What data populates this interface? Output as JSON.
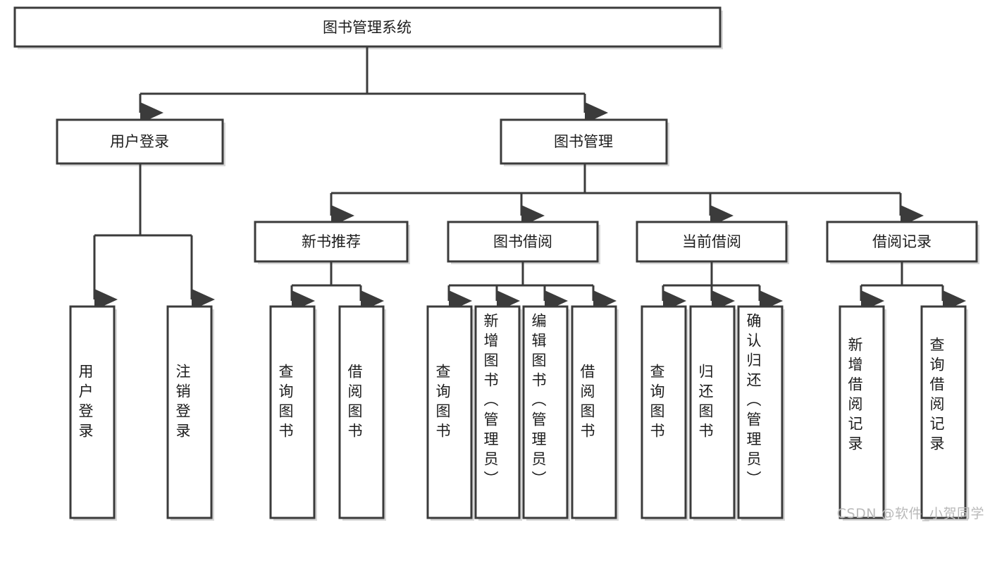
{
  "diagram": {
    "type": "tree",
    "title": "图书管理系统",
    "colors": {
      "stroke": "#3b3b3b",
      "box_fill": "#ffffff",
      "text": "#1d1d1d",
      "background": "#ffffff",
      "watermark": "#b9b9b9"
    },
    "root": {
      "label": "图书管理系统",
      "level": 1
    },
    "level2": [
      {
        "label": "用户登录"
      },
      {
        "label": "图书管理"
      }
    ],
    "level3": [
      {
        "label": "新书推荐",
        "parent": "图书管理"
      },
      {
        "label": "图书借阅",
        "parent": "图书管理"
      },
      {
        "label": "当前借阅",
        "parent": "图书管理"
      },
      {
        "label": "借阅记录",
        "parent": "图书管理"
      }
    ],
    "leaves": {
      "user_login": [
        {
          "label": "用户登录"
        },
        {
          "label": "注销登录"
        }
      ],
      "new_book_recommend": [
        {
          "label": "查询图书"
        },
        {
          "label": "借阅图书"
        }
      ],
      "book_borrow": [
        {
          "label": "查询图书"
        },
        {
          "label": "新增图书（管理员）"
        },
        {
          "label": "编辑图书（管理员）"
        },
        {
          "label": "借阅图书"
        }
      ],
      "current_borrow": [
        {
          "label": "查询图书"
        },
        {
          "label": "归还图书"
        },
        {
          "label": "确认归还（管理员）"
        }
      ],
      "borrow_record": [
        {
          "label": "新增借阅记录"
        },
        {
          "label": "查询借阅记录"
        }
      ]
    }
  },
  "watermark": {
    "text": "CSDN @软件_小贺同学"
  }
}
